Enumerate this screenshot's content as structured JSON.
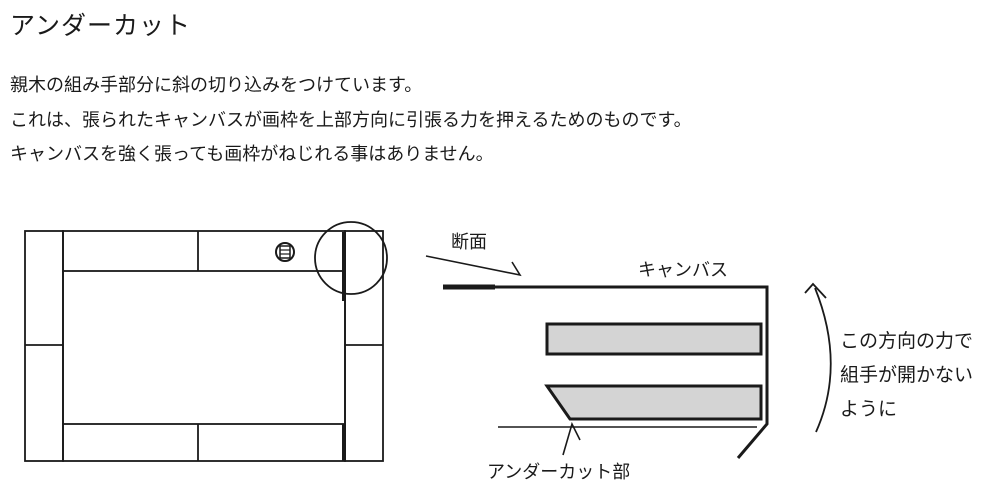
{
  "title": "アンダーカット",
  "description": [
    "親木の組み手部分に斜の切り込みをつけています。",
    "これは、張られたキャンバスが画枠を上部方向に引張る力を押えるためのものです。",
    "キャンバスを強く張っても画枠がねじれる事はありません。"
  ],
  "labels": {
    "section": "断面",
    "canvas": "キャンバス",
    "force_lines": [
      "この方向の力で",
      "組手が開かない",
      "ように"
    ],
    "undercut": "アンダーカット部"
  },
  "icons": [
    "stamp-icon",
    "curved-arrow-icon"
  ],
  "colors": {
    "stroke": "#1a1a1a",
    "bar_fill": "#d4d4d4",
    "background": "#ffffff"
  }
}
